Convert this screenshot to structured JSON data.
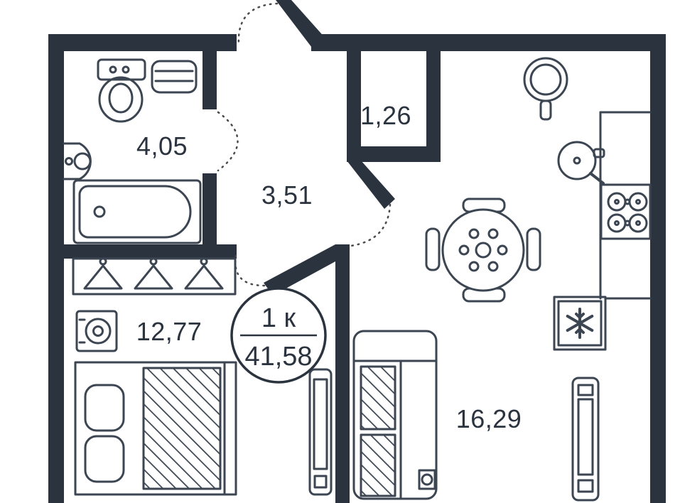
{
  "plan": {
    "type": "apartment-floor-plan",
    "badge": {
      "rooms_label": "1 к",
      "total_area": "41,58"
    },
    "rooms": {
      "bathroom": {
        "area": "4,05"
      },
      "hall_closet": {
        "area": "1,26"
      },
      "hallway": {
        "area": "3,51"
      },
      "bedroom": {
        "area": "12,77"
      },
      "living_kitchen": {
        "area": "16,29"
      }
    },
    "colors": {
      "wall": "#2b333f",
      "line": "#3c4552",
      "text": "#2b333f",
      "arc": "#4a4a4a",
      "bg": "#ffffff"
    }
  }
}
